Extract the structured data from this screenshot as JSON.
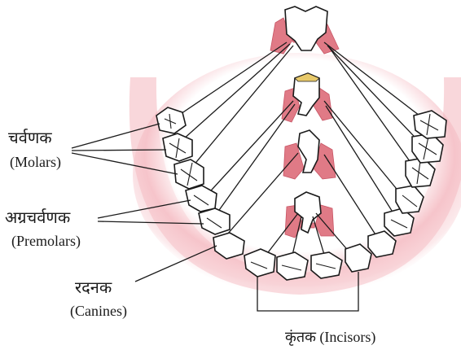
{
  "labels": {
    "molars_hi": "चर्वणक",
    "molars_en": "(Molars)",
    "premolars_hi": "अग्रचर्वणक",
    "premolars_en": "(Premolars)",
    "canines_hi": "रदनक",
    "canines_en": "(Canines)",
    "incisors": "कृंतक (Incisors)"
  },
  "colors": {
    "gum_glow": "#f4b6be",
    "gum_tissue": "#e07a86",
    "outline": "#1a1a1a",
    "background": "#ffffff"
  }
}
